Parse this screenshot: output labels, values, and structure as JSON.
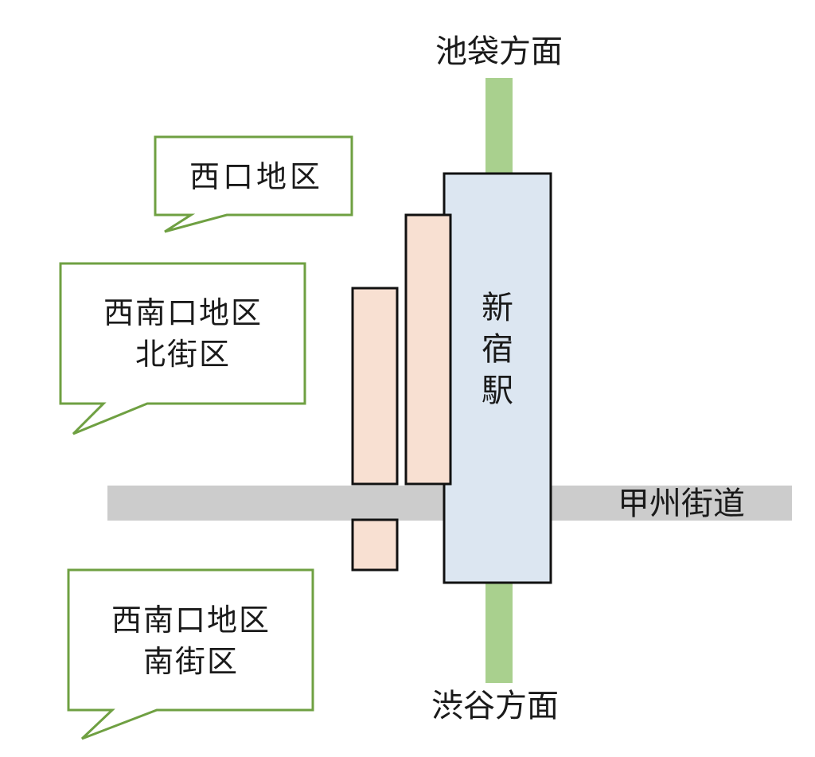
{
  "direction_north": "池袋方面",
  "direction_south": "渋谷方面",
  "road_label": "甲州街道",
  "station": [
    "新",
    "宿",
    "駅"
  ],
  "callouts": {
    "west_exit": [
      "西口地区"
    ],
    "southwest_north": [
      "西南口地区",
      "北街区"
    ],
    "southwest_south": [
      "西南口地区",
      "南街区"
    ]
  },
  "colors": {
    "rail": "#a9d08e",
    "road": "#cccccc",
    "station_fill": "#dce6f1",
    "building_fill": "#f8e0d2",
    "callout_border": "#6fa042",
    "outline": "#111111"
  }
}
